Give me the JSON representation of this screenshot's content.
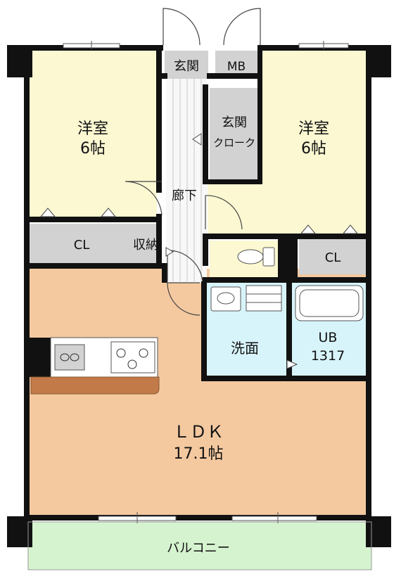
{
  "rooms": {
    "western_left": {
      "name": "洋室",
      "size": "6帖"
    },
    "western_right": {
      "name": "洋室",
      "size": "6帖"
    },
    "entrance": "玄関",
    "meter_box": "MB",
    "entrance_cloak": {
      "line1": "玄関",
      "line2": "クローク"
    },
    "hallway": "廊下",
    "closet_left": "CL",
    "closet_right": "CL",
    "storage": "収納",
    "washroom": "洗面",
    "unit_bath": {
      "line1": "UB",
      "line2": "1317"
    },
    "ldk": {
      "name": "ＬＤＫ",
      "size": "17.1帖"
    },
    "balcony": "バルコニー"
  },
  "colors": {
    "wall": "#111111",
    "western_room": "#fbf8d2",
    "ldk_floor": "#f4c9a0",
    "storage": "#d2d2d2",
    "water_area": "#d8f4fb",
    "balcony": "#d6f3cf",
    "counter": "#c27a48"
  }
}
